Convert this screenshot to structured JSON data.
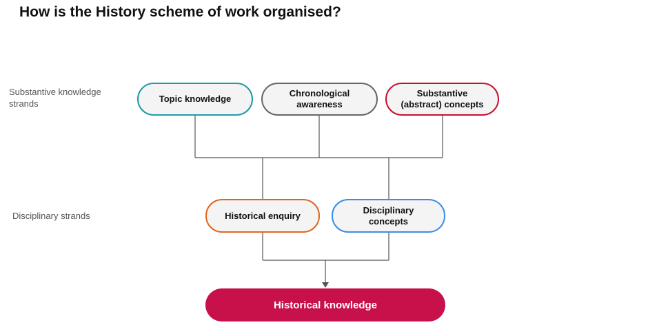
{
  "title": "How is the History scheme of work organised?",
  "rows": {
    "substantive_label": "Substantive knowledge strands",
    "disciplinary_label": "Disciplinary strands"
  },
  "substantive_strands": [
    {
      "label": "Topic knowledge",
      "border_color": "#1f9aa8"
    },
    {
      "label": "Chronological awareness",
      "border_color": "#666666"
    },
    {
      "label": "Substantive (abstract) concepts",
      "border_color": "#c8102e"
    }
  ],
  "disciplinary_strands": [
    {
      "label": "Historical enquiry",
      "border_color": "#e0661f"
    },
    {
      "label": "Disciplinary concepts",
      "border_color": "#3a8ee6"
    }
  ],
  "outcome": {
    "label": "Historical knowledge",
    "fill_color": "#c8104b"
  },
  "connector_color": "#555555"
}
